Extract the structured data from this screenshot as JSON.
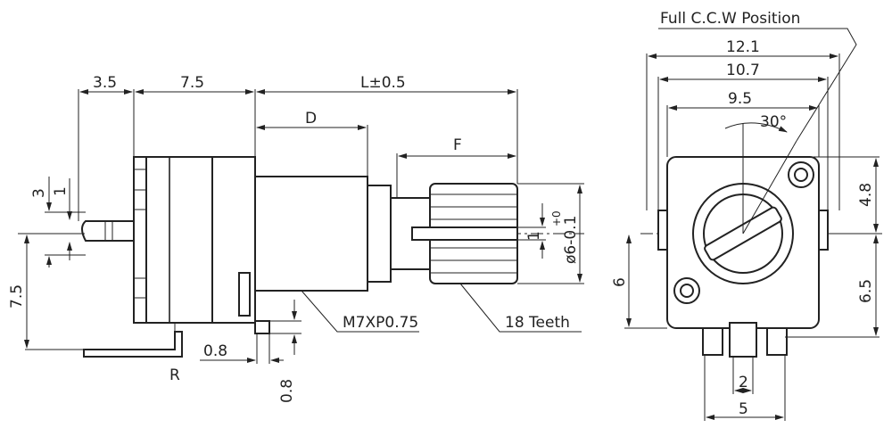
{
  "labels": {
    "full_ccw": "Full C.C.W Position",
    "d_12_1": "12.1",
    "d_10_7": "10.7",
    "d_9_5": "9.5",
    "angle": "30°",
    "d_3_5": "3.5",
    "d_7_5_top": "7.5",
    "d_L": "L±0.5",
    "d_D": "D",
    "d_F": "F",
    "d_3": "3",
    "d_1_left": "1",
    "d_7_5_left": "7.5",
    "d_1_shaft": "1",
    "d_tol": "+0\n-0.1",
    "d_tol_plus": "+0",
    "d_dia": "ø6-0.1",
    "d_m7": "M7XP0.75",
    "d_teeth": "18 Teeth",
    "d_0_8_h": "0.8",
    "d_0_8_v": "0.8",
    "d_R": "R",
    "d_4_8": "4.8",
    "d_6": "6",
    "d_6_5": "6.5",
    "d_2": "2",
    "d_5": "5"
  }
}
